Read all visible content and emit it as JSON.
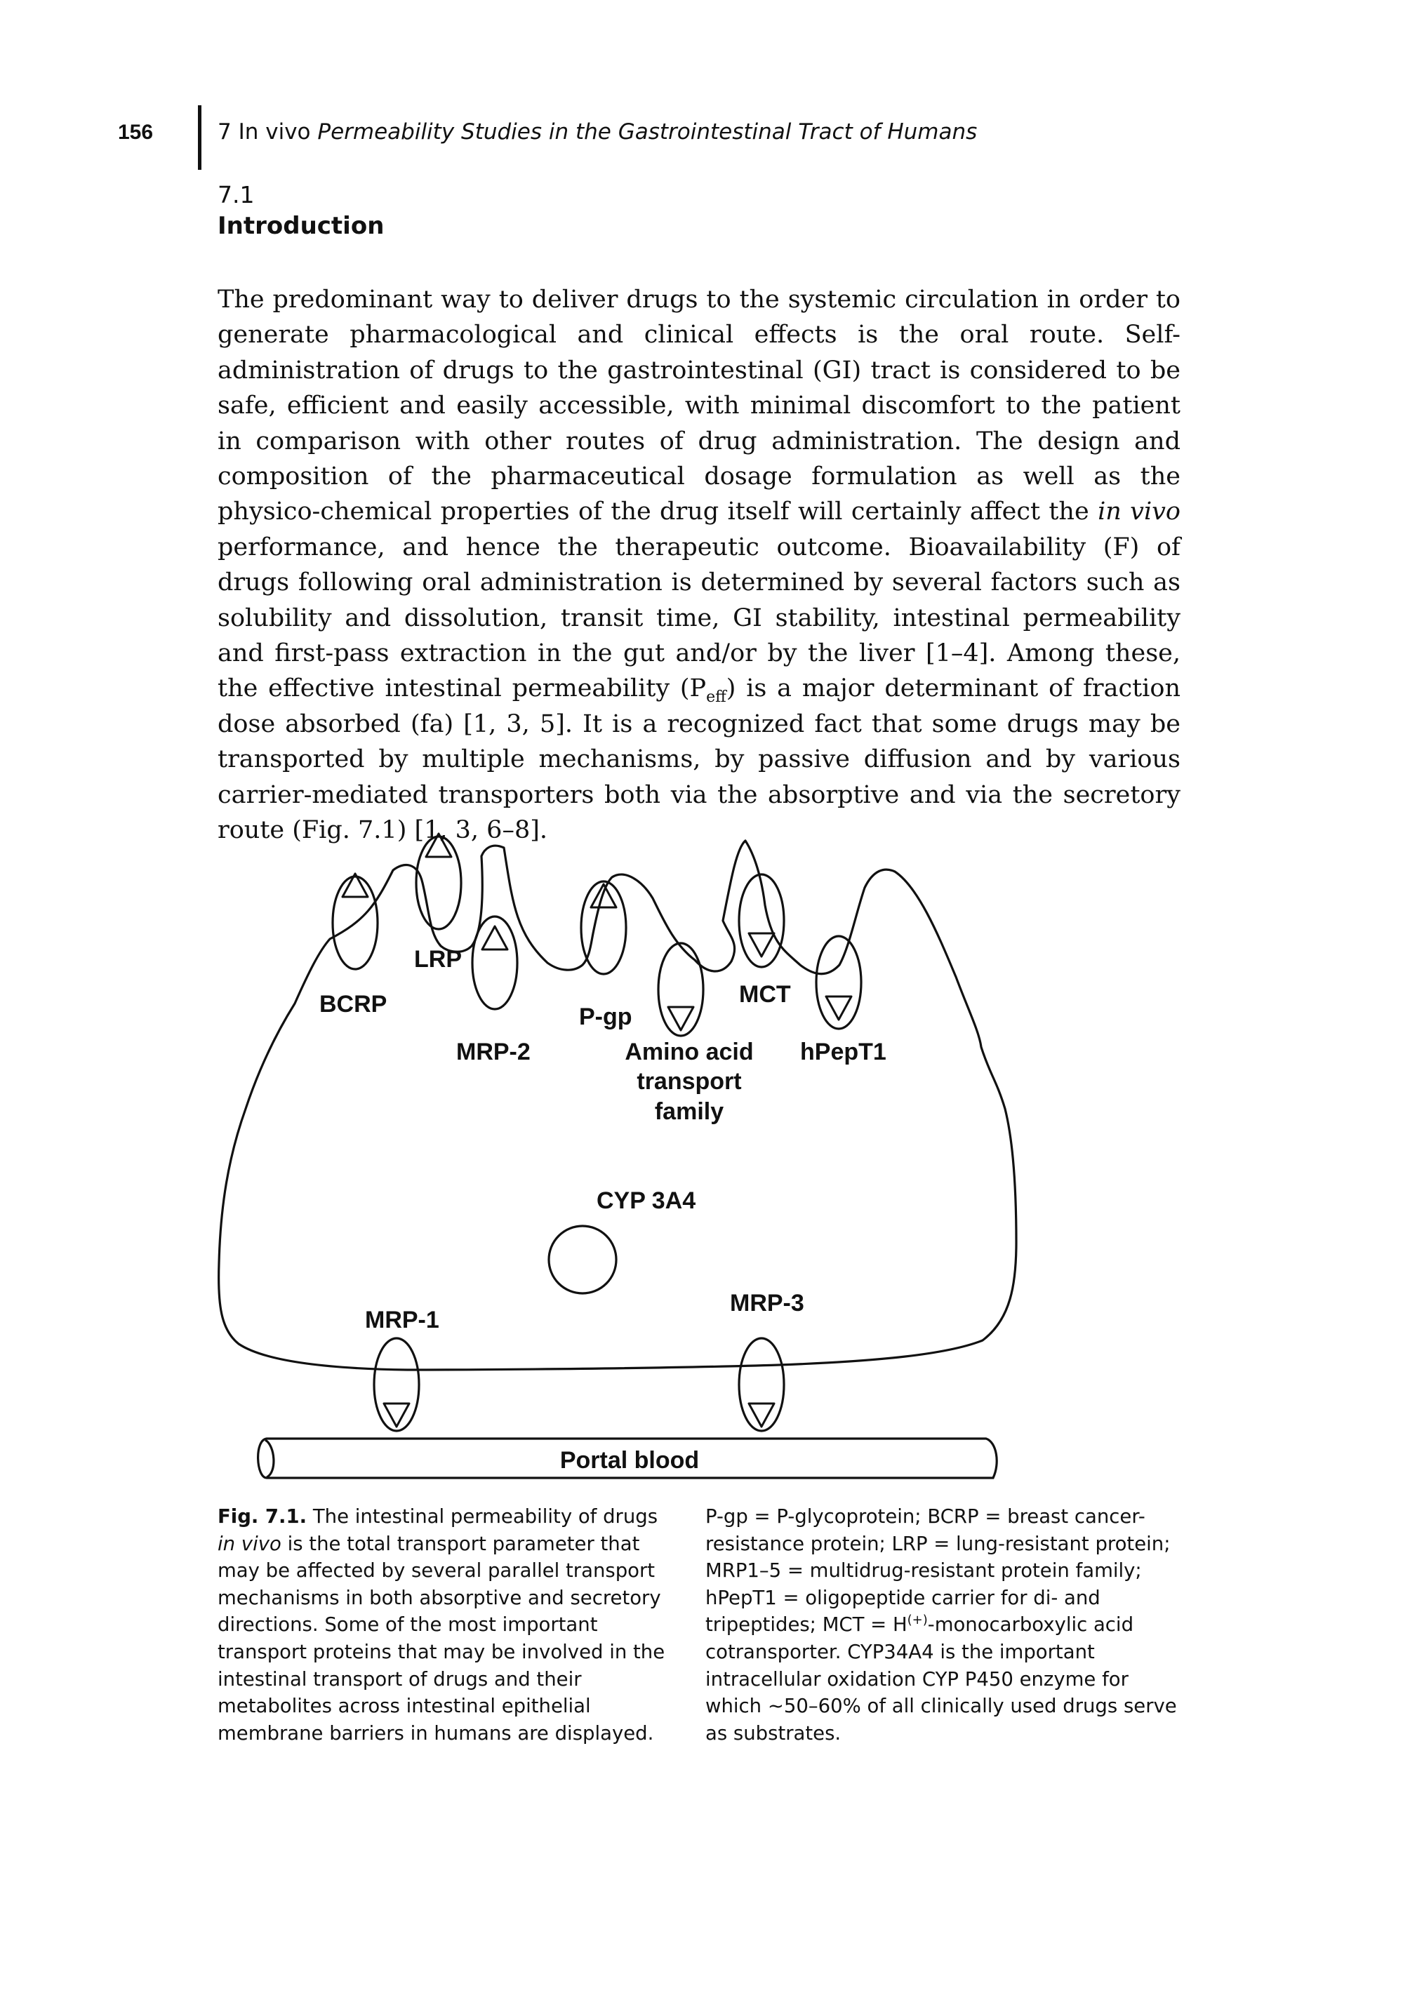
{
  "header": {
    "page_number": "156",
    "chapter_number": "7",
    "chapter_title_prefix": "In vivo",
    "chapter_title_rest": "Permeability Studies in the Gastrointestinal Tract of Humans"
  },
  "section": {
    "number": "7.1",
    "title": "Introduction"
  },
  "body": {
    "s1": "The predominant way to deliver drugs to the systemic circulation in order to generate pharmacological and clinical effects is the oral route. Self-administration of drugs to the gastrointestinal (GI) tract is considered to be safe, efficient and easily accessible, with minimal discomfort to the patient in comparison with other routes of drug administration. The design and composition of the pharmaceutical dosage formulation as well as the physico-chemical properties of the drug itself will certainly affect the",
    "s1_italic": "in vivo",
    "s2": "performance, and hence the therapeutic outcome. Bioavailability (F) of drugs following oral administration is determined by several factors such as solubility and dissolution, transit time, GI stability, intestinal permeability and first-pass extraction in the gut and/or by the liver [1–4]. Among these, the effective intestinal permeability (P",
    "s2_sub": "eff",
    "s3": ") is a major determinant of fraction dose absorbed (fa) [1, 3, 5]. It is a recognized fact that some drugs may be transported by multiple mechanisms, by passive diffusion and by various carrier-mediated transporters both via the absorptive and via the secretory route (Fig. 7.1) [1, 3, 6–8]."
  },
  "figure": {
    "labels": {
      "bcrp": "BCRP",
      "lrp": "LRP",
      "mrp2": "MRP-2",
      "pgp": "P-gp",
      "mct": "MCT",
      "amino1": "Amino acid",
      "amino2": "transport",
      "amino3": "family",
      "hpept1": "hPepT1",
      "cyp": "CYP 3A4",
      "mrp1": "MRP-1",
      "mrp3": "MRP-3",
      "portal": "Portal blood"
    }
  },
  "caption": {
    "label": "Fig. 7.1.",
    "left_a": "The intestinal permeability of drugs",
    "left_italic": "in vivo",
    "left_b": "is the total transport parameter that may be affected by several parallel transport mechanisms in both absorptive and secretory directions. Some of the most important transport proteins that may be involved in the intestinal transport of drugs and their metabolites across intestinal epithelial membrane barriers in humans are displayed.",
    "right_a": "P-gp = P-glycoprotein; BCRP = breast cancer-resistance protein; LRP = lung-resistant protein; MRP1–5 = multidrug-resistant protein family; hPepT1 = oligopeptide carrier for di- and tripeptides; MCT = H",
    "right_sup": "(+)",
    "right_b": "-monocarboxylic acid cotransporter. CYP34A4 is the important intracellular oxidation CYP P450 enzyme for which ~50–60% of all clinically used drugs serve as substrates."
  }
}
